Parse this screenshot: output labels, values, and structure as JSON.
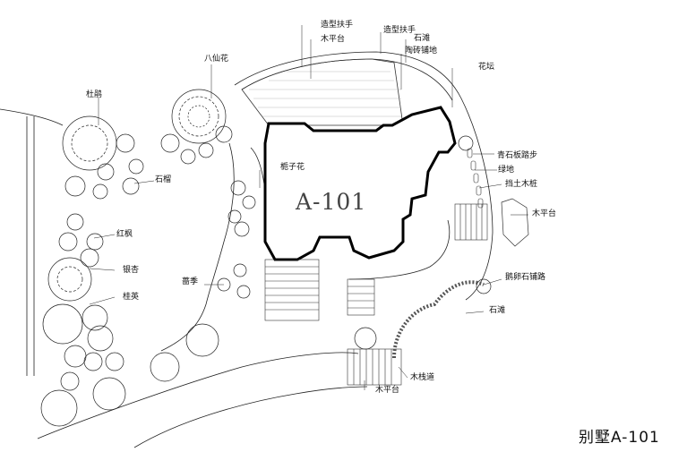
{
  "plan": {
    "title": "别墅A-101",
    "building_code": "A-101"
  },
  "labels": {
    "shaped_railing_1": "造型扶手",
    "wood_deck_top": "木平台",
    "shaped_railing_2": "造型扶手",
    "stone_beach_top": "石滩",
    "ceramic_brick_paving": "陶砖铺地",
    "flower_bed": "花坛",
    "hydrangea": "八仙花",
    "azalea": "杜鹃",
    "pomegranate": "石榴",
    "gardenia": "栀子花",
    "bluestone_stepping": "青石板踏步",
    "green_space": "绿地",
    "retaining_wood_piles": "挡土木桩",
    "wood_deck_right": "木平台",
    "red_maple": "红枫",
    "ginkgo": "银杏",
    "rose": "蔷季",
    "cobblestone_path": "鹅卵石铺路",
    "stone_beach_right": "石滩",
    "sweet_osmanthus": "桂英",
    "wood_plank_path": "木栈道",
    "wood_deck_bottom": "木平台"
  }
}
